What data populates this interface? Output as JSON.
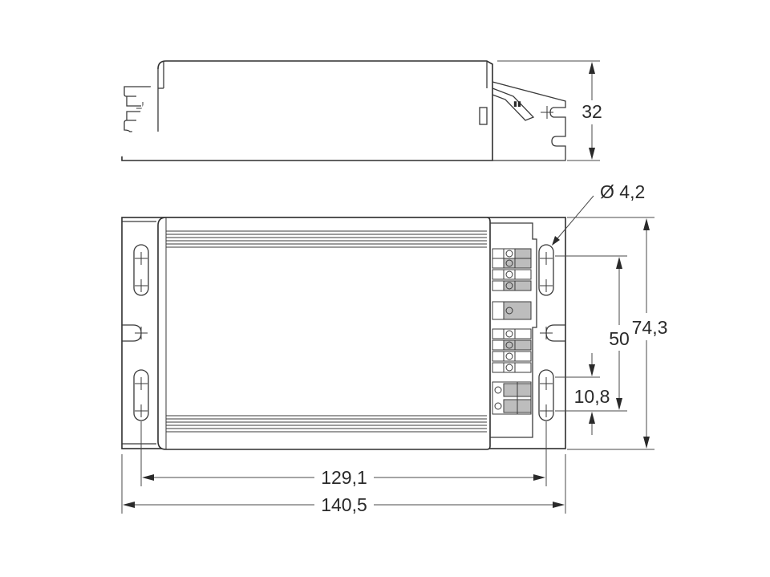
{
  "dimensions": {
    "height_side": "32",
    "hole_diameter": "Ø 4,2",
    "hole_spacing_vertical": "50",
    "total_height": "74,3",
    "slot_length": "10,8",
    "hole_spacing_horizontal": "129,1",
    "total_length": "140,5"
  },
  "colors": {
    "line": "#3a3a3a",
    "terminal_gray": "#bdbdbd"
  }
}
